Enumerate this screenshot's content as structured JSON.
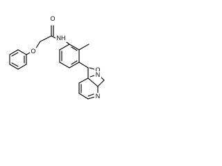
{
  "structure": {
    "atom_labels": {
      "carbonyl_oxygen": "O",
      "ether_oxygen": "O",
      "amide_nitrogen": "NH",
      "oxazole_oxygen": "O",
      "oxazole_nitrogen": "N",
      "pyridine_nitrogen": "N"
    }
  }
}
